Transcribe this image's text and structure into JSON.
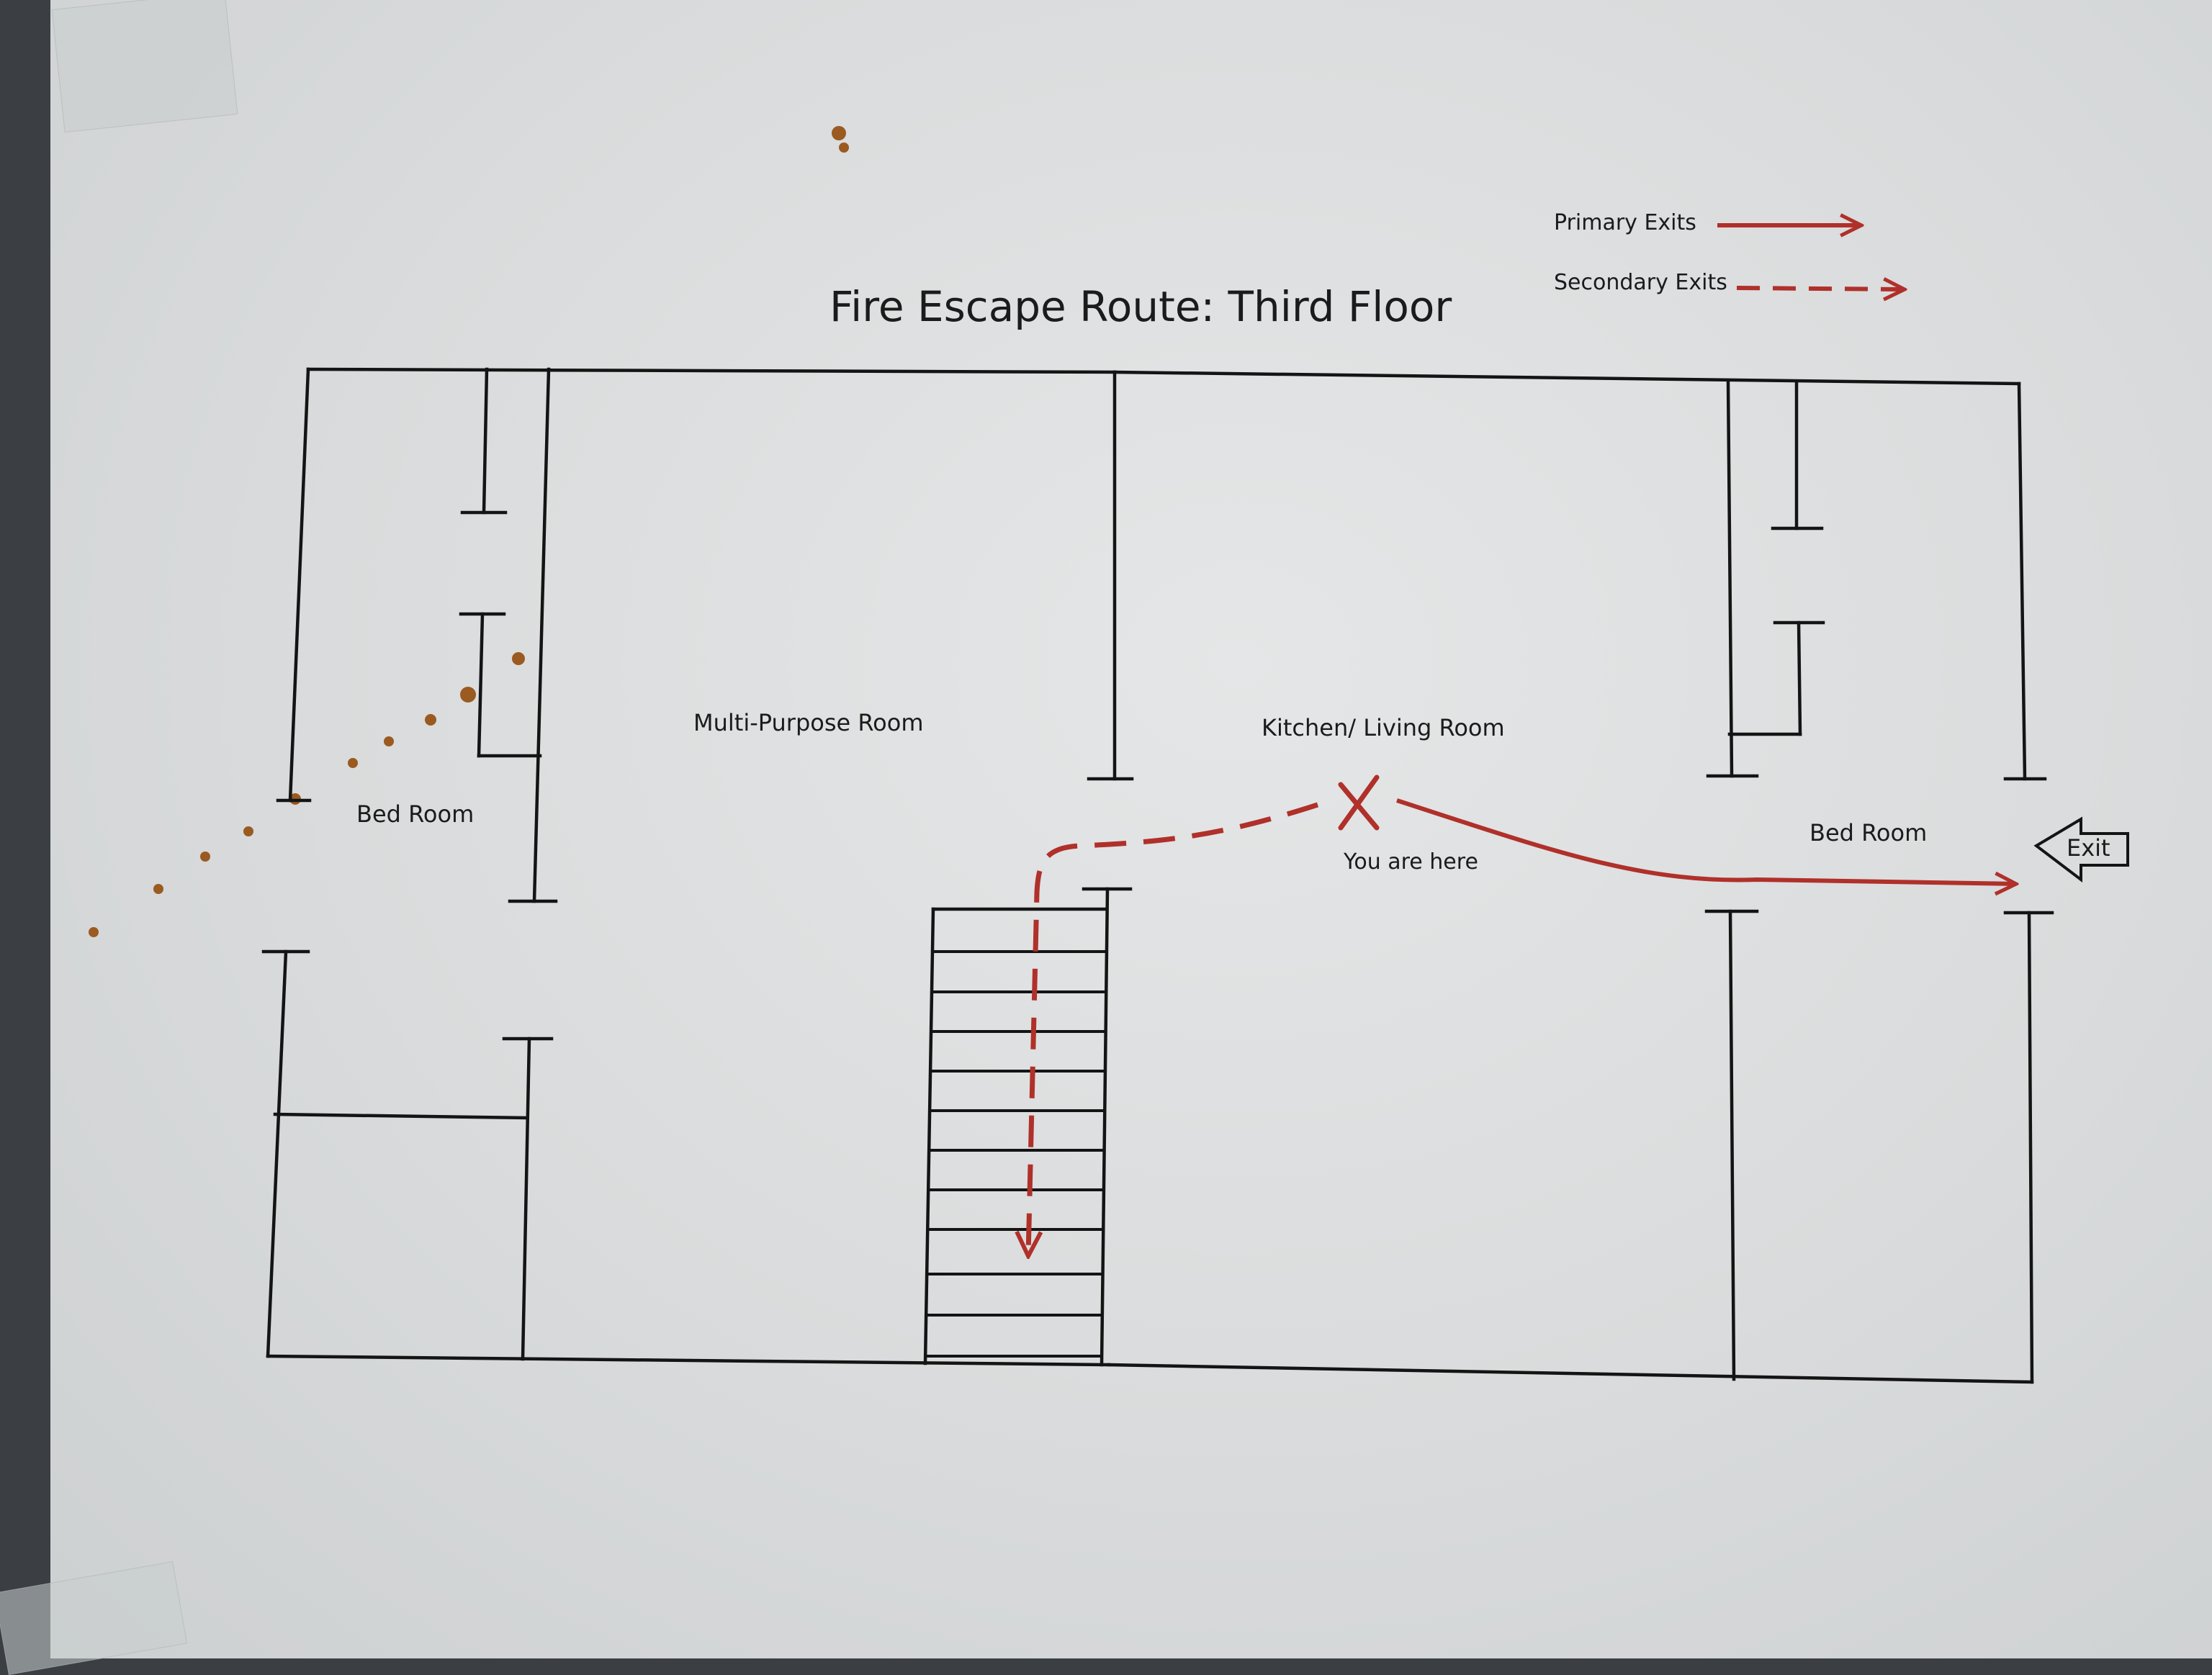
{
  "title": "Fire Escape Route: Third Floor",
  "legend": {
    "primary_label": "Primary Exits",
    "secondary_label": "Secondary Exits"
  },
  "rooms": {
    "bed_room_left": "Bed Room",
    "multi_purpose": "Multi-Purpose Room",
    "kitchen_living": "Kitchen/ Living Room",
    "bed_room_right": "Bed Room"
  },
  "you_are_here": "You are here",
  "exit_sign": "Exit",
  "colors": {
    "route": "#b0302a",
    "walls": "#141414",
    "paper": "#dcdedf"
  }
}
